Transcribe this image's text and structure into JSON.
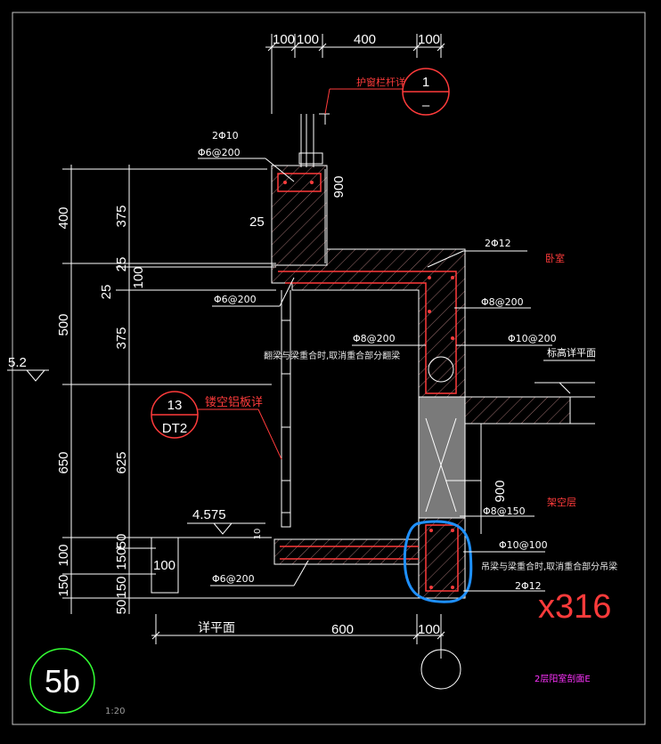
{
  "drawing": {
    "top_dims": [
      "100",
      "100",
      "400",
      "100"
    ],
    "bottom_dims": [
      "详平面",
      "600",
      "100"
    ],
    "left_dims_outer": [
      "400",
      "500",
      "650",
      "150",
      "100",
      "150"
    ],
    "left_dims_inner": [
      "375",
      "25",
      "25",
      "100",
      "375",
      "625",
      "150",
      "50",
      "150",
      "50"
    ],
    "level_52": "5.2",
    "level_4575": "4.575",
    "dim_900_top": "900",
    "dim_900_right": "900",
    "dim_25": "25",
    "dim_100_box": "100",
    "dim_10": "10",
    "callout_1": {
      "top": "1",
      "bottom": "–"
    },
    "callout_13": {
      "top": "13",
      "bottom": "DT2"
    },
    "callout_5b": "5b",
    "scale": "1:20",
    "stamp": "x316",
    "sheet_label": "2层阳室剖面E",
    "annotations": {
      "railing_detail": "护窗栏杆详",
      "aluminum_panel": "镂空铝板详",
      "rebar_2phi10": "2Φ10",
      "rebar_phi6_200_top": "Φ6@200",
      "rebar_phi6_200_mid": "Φ6@200",
      "rebar_phi6_200_bot": "Φ6@200",
      "rebar_2phi12_top": "2Φ12",
      "rebar_phi8_200_a": "Φ8@200",
      "rebar_phi8_200_b": "Φ8@200",
      "rebar_phi10_200": "Φ10@200",
      "rebar_phi8_150": "Φ8@150",
      "rebar_phi10_100": "Φ10@100",
      "rebar_2phi12_bot": "2Φ12",
      "note_upturn": "翻梁与梁重合时,取消重合部分翻梁",
      "note_hanging": "吊梁与梁重合时,取消重合部分吊梁",
      "room_bedroom": "卧室",
      "room_elevated": "架空层",
      "floor_plan_ref": "标高详平面"
    }
  }
}
